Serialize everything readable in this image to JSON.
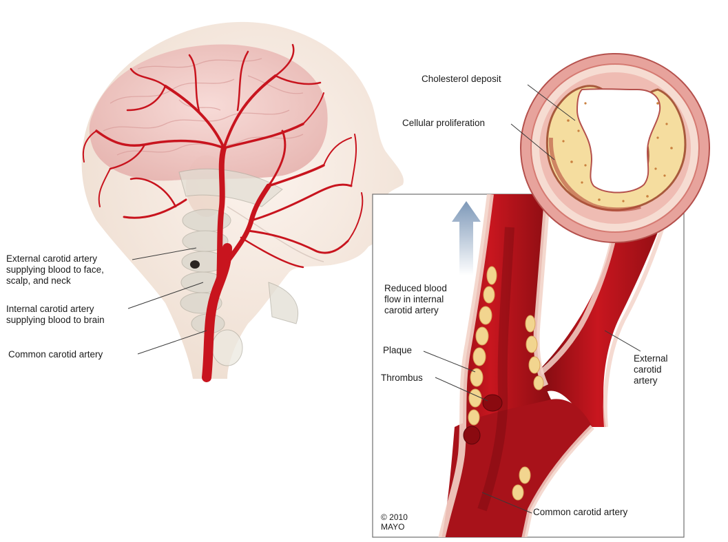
{
  "labels": {
    "external_carotid_head": "External carotid artery\nsupplying blood to face,\nscalp, and neck",
    "internal_carotid_head": "Internal carotid artery\nsupplying blood to brain",
    "common_carotid_head": "Common carotid artery",
    "cholesterol_deposit": "Cholesterol deposit",
    "cellular_proliferation": "Cellular proliferation",
    "reduced_blood_flow": "Reduced blood\nflow in internal\ncarotid artery",
    "plaque": "Plaque",
    "thrombus": "Thrombus",
    "external_carotid_inset": "External\ncarotid\nartery",
    "common_carotid_inset": "Common carotid artery",
    "copyright": "© 2010\nMAYO"
  },
  "colors": {
    "artery_red": "#c0141c",
    "artery_dark": "#8a0d12",
    "plaque_yellow": "#f2dc9a",
    "skin_tone": "#f3e3d6",
    "brain_pink": "#f0c4c4",
    "vessel_wall": "#e8a9a2"
  }
}
